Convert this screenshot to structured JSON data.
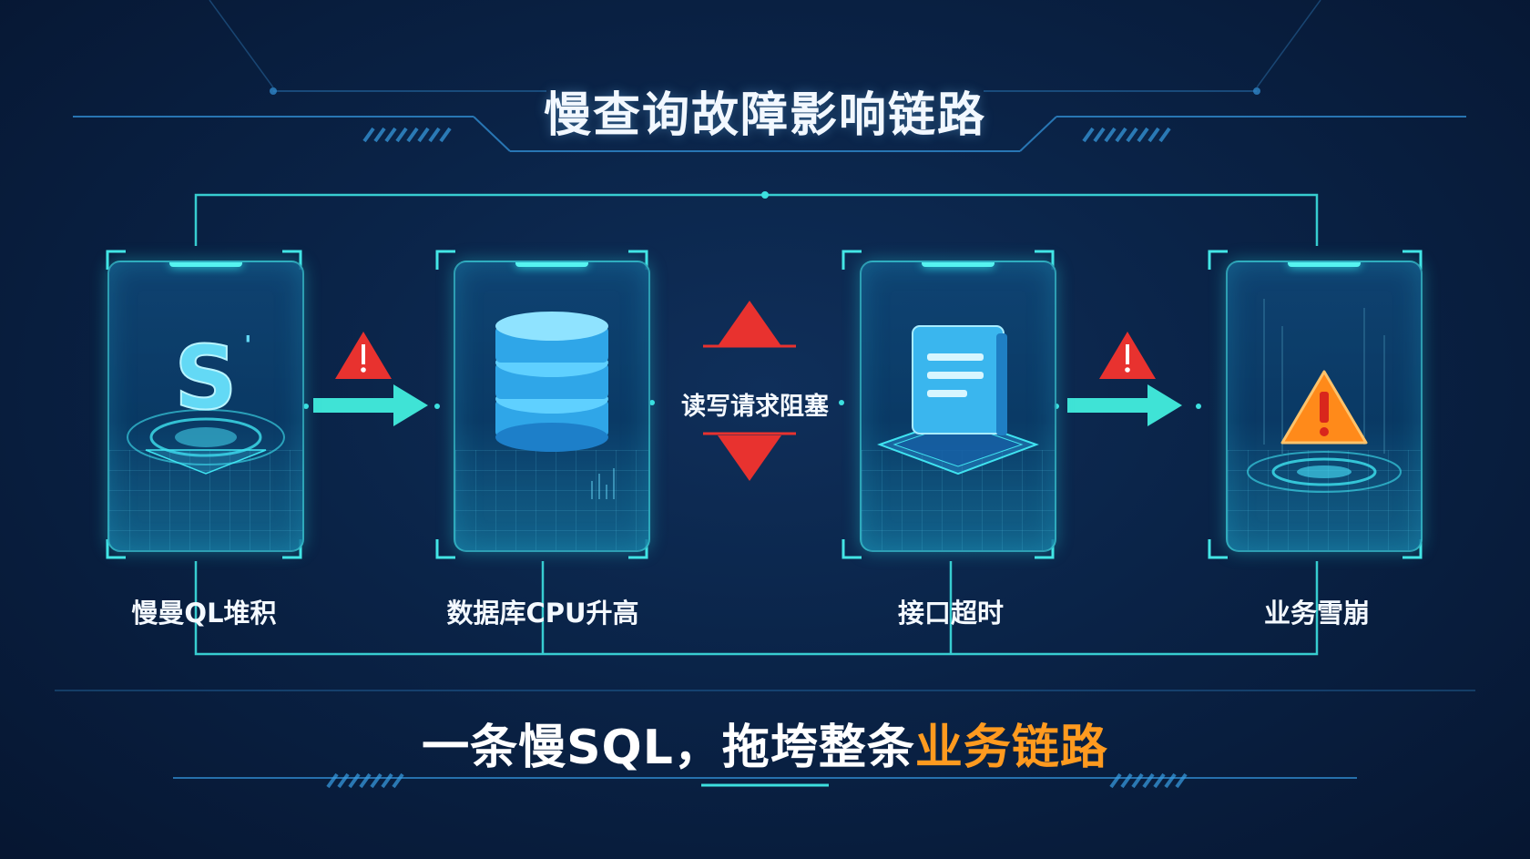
{
  "title": "慢查询故障影响链路",
  "nodes": [
    {
      "label": "慢曼QL堆积",
      "icon": "sql-s-icon"
    },
    {
      "label": "数据库CPU升高",
      "icon": "database-icon"
    },
    {
      "label": "接口超时",
      "icon": "api-document-icon"
    },
    {
      "label": "业务雪崩",
      "icon": "warning-icon"
    }
  ],
  "middle_label": "读写请求阻塞",
  "footer": {
    "prefix": "一条慢SQL，拖垮整条",
    "highlight": "业务链路"
  },
  "colors": {
    "accent": "#48ebeb",
    "warning_red": "#e8322f",
    "highlight_orange": "#ff9a1f"
  }
}
